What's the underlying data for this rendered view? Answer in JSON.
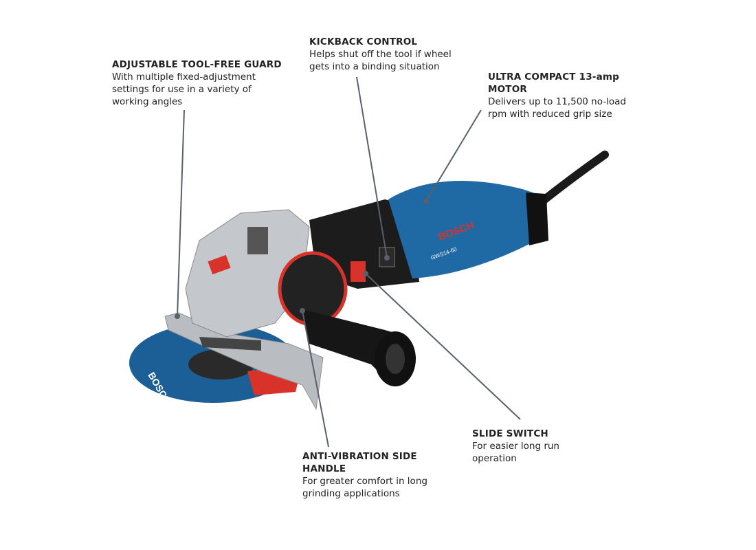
{
  "callouts": [
    {
      "title": "ADJUSTABLE TOOL-FREE GUARD",
      "text": "With multiple fixed-adjustment\nsettings for use in a variety of\nworking angles"
    },
    {
      "title": "KICKBACK CONTROL",
      "text": "Helps shut off the tool if wheel\ngets into a binding situation"
    },
    {
      "title": "ULTRA COMPACT 13-amp\nMOTOR",
      "text": "Delivers up to 11,500 no-load\nrpm with reduced grip size"
    },
    {
      "title": "SLIDE SWITCH",
      "text": "For easier long run\noperation"
    },
    {
      "title": "ANTI-VIBRATION SIDE\nHANDLE",
      "text": "For greater comfort in long\ngrinding applications"
    }
  ],
  "product": {
    "brand": "BOSCH",
    "model": "GWS14-60"
  },
  "colors": {
    "tool_blue": "#1f6aa5",
    "disc_blue": "#1b5f96",
    "accent_red": "#d8322a",
    "line": "#5a6068"
  }
}
